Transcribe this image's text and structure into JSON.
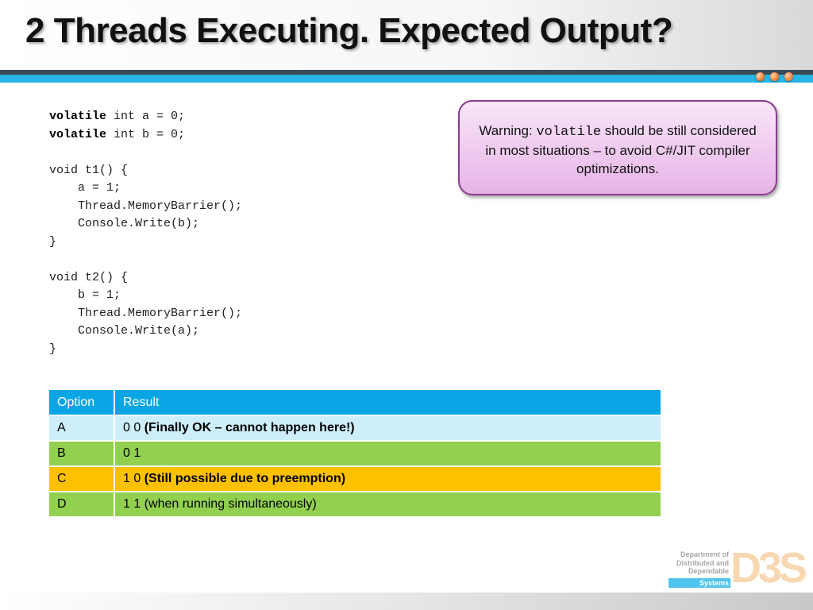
{
  "slide": {
    "title": "2 Threads Executing. Expected Output?"
  },
  "code": {
    "lines": [
      {
        "kw": "volatile",
        "rest": " int a = 0;"
      },
      {
        "kw": "volatile",
        "rest": " int b = 0;"
      },
      {
        "kw": "",
        "rest": ""
      },
      {
        "kw": "",
        "rest": "void t1() {"
      },
      {
        "kw": "",
        "rest": "    a = 1;"
      },
      {
        "kw": "",
        "rest": "    Thread.MemoryBarrier();"
      },
      {
        "kw": "",
        "rest": "    Console.Write(b);"
      },
      {
        "kw": "",
        "rest": "}"
      },
      {
        "kw": "",
        "rest": ""
      },
      {
        "kw": "",
        "rest": "void t2() {"
      },
      {
        "kw": "",
        "rest": "    b = 1;"
      },
      {
        "kw": "",
        "rest": "    Thread.MemoryBarrier();"
      },
      {
        "kw": "",
        "rest": "    Console.Write(a);"
      },
      {
        "kw": "",
        "rest": "}"
      }
    ]
  },
  "warning": {
    "prefix": "Warning: ",
    "code": "volatile",
    "suffix": " should be still considered in most situations – to avoid C#/JIT compiler optimizations."
  },
  "table": {
    "headers": [
      "Option",
      "Result"
    ],
    "rows": [
      {
        "option": "A",
        "value": "0 0",
        "note": "(Finally OK – cannot happen here!)"
      },
      {
        "option": "B",
        "value": "0 1",
        "note": ""
      },
      {
        "option": "C",
        "value": "1 0",
        "note": "(Still possible due to preemption)"
      },
      {
        "option": "D",
        "value": "1 1 (when running simultaneously)",
        "note": ""
      }
    ],
    "colors": {
      "header": "#0aa5e4",
      "row_light_blue": "#cdeefa",
      "row_green": "#92d050",
      "row_orange": "#ffc000"
    }
  },
  "logo": {
    "text_lines": [
      "Department of",
      "Distributed and",
      "Dependable"
    ],
    "systems": "Systems",
    "mark": "D3S"
  }
}
